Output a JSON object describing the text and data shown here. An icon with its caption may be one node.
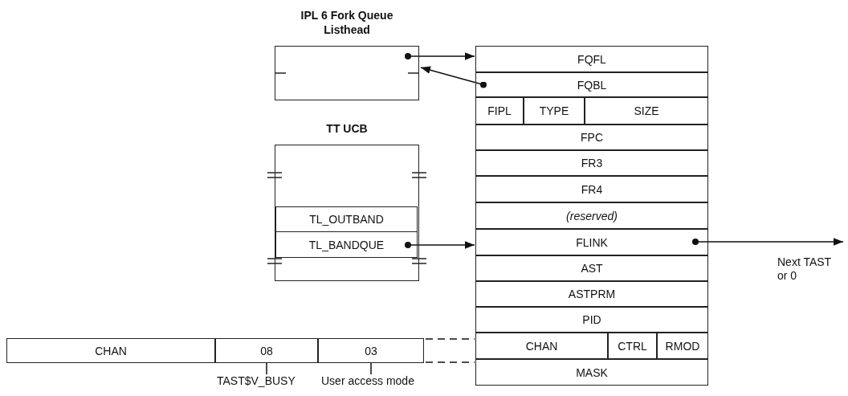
{
  "diagram": {
    "nodes": [
      {
        "text": [
          "IPL 6 Fork Queue Listhead"
        ]
      },
      {
        "text": [
          "TT UCB"
        ]
      },
      {
        "text": [
          "TL_OUTBAND"
        ],
        "in": 1
      },
      {
        "text": [
          "TL_BANDQUE"
        ],
        "in": 1
      },
      {
        "text": [
          "FQFL"
        ]
      },
      {
        "text": [
          "FQBL"
        ]
      },
      {
        "text": [
          "FIPL"
        ]
      },
      {
        "text": [
          "TYPE"
        ]
      },
      {
        "text": [
          "SIZE"
        ]
      },
      {
        "text": [
          "FPC"
        ]
      },
      {
        "text": [
          "FR3"
        ]
      },
      {
        "text": [
          "FR4"
        ]
      },
      {
        "text": [
          "(reserved)"
        ]
      },
      {
        "text": [
          "FLINK"
        ]
      },
      {
        "text": [
          "AST"
        ]
      },
      {
        "text": [
          "ASTPRM"
        ]
      },
      {
        "text": [
          "PID"
        ]
      },
      {
        "text": [
          "CHAN"
        ]
      },
      {
        "text": [
          "CTRL"
        ]
      },
      {
        "text": [
          "RMOD"
        ]
      },
      {
        "text": [
          "MASK"
        ]
      },
      {
        "text": [
          "CHAN"
        ]
      },
      {
        "text": [
          "08"
        ]
      },
      {
        "text": [
          "03"
        ]
      },
      {
        "text": [
          "TAST$V_BUSY"
        ]
      },
      {
        "text": [
          "User access mode"
        ]
      },
      {
        "text": [
          "Next TAST or 0"
        ]
      }
    ],
    "edges": [
      {
        "from": 0,
        "to": 4,
        "arrow": "to"
      },
      {
        "from": 5,
        "to": 0,
        "arrow": "to"
      },
      {
        "from": 3,
        "to": 13,
        "arrow": "to"
      },
      {
        "from": 13,
        "to": 26,
        "arrow": "to"
      },
      {
        "from": 24,
        "to": 22,
        "arrow": "none"
      },
      {
        "from": 25,
        "to": 23,
        "arrow": "none"
      },
      {
        "from": 23,
        "to": 17,
        "arrow": "none",
        "style": "dashed"
      },
      {
        "from": 23,
        "to": 17,
        "arrow": "none",
        "style": "dashed"
      }
    ]
  }
}
